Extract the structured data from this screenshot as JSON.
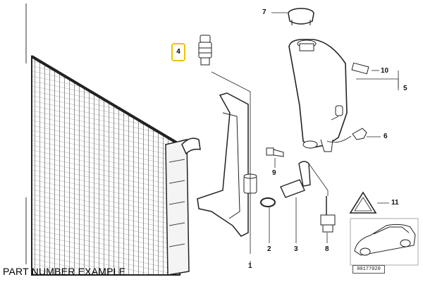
{
  "caption": "PART NUMBER EXAMPLE",
  "highlight_color": "#f2c200",
  "callouts": {
    "c1": "1",
    "c2": "2",
    "c3": "3",
    "c4": "4",
    "c5": "5",
    "c6": "6",
    "c7": "7",
    "c8": "8",
    "c9": "9",
    "c10": "10",
    "c11": "11"
  },
  "catalog_code": "00177020"
}
